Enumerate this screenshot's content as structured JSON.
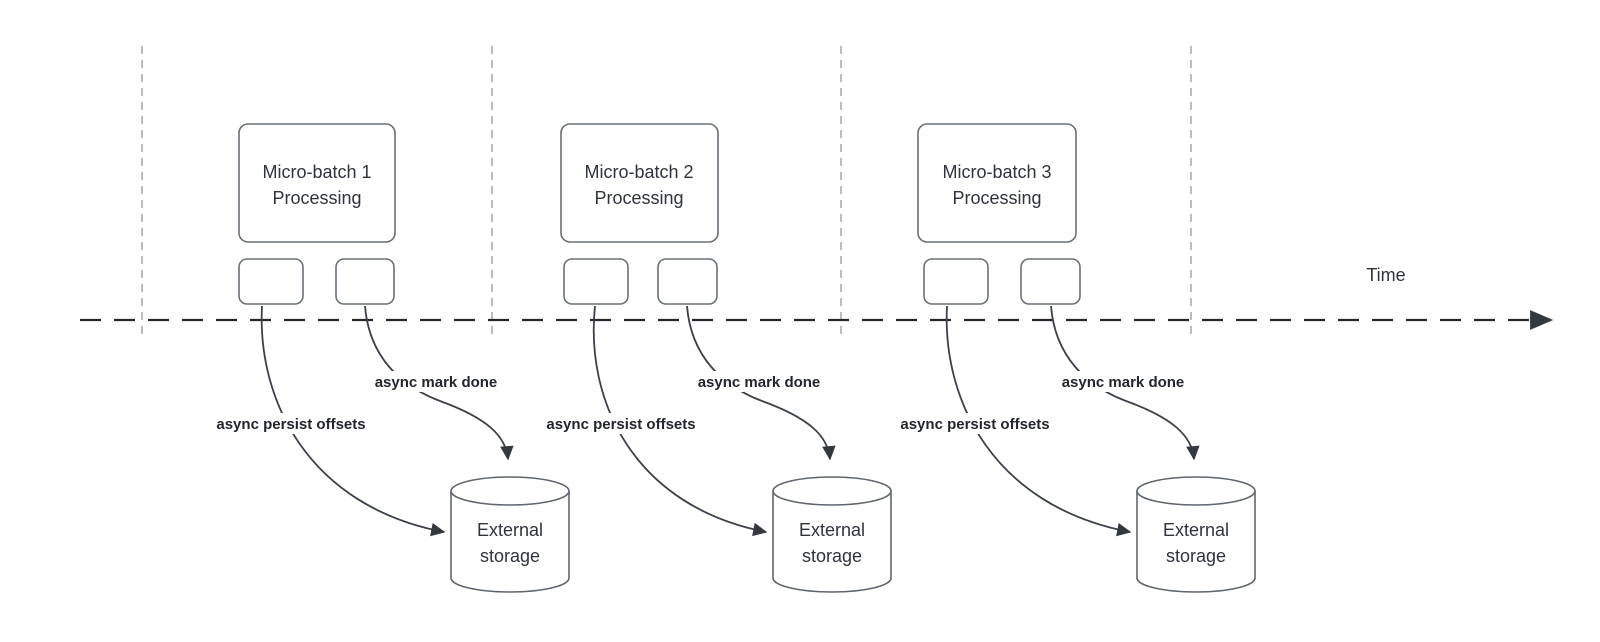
{
  "diagram": {
    "time_label": "Time",
    "batches": [
      {
        "title": "Micro-batch 1",
        "subtitle": "Processing",
        "persist_label": "async persist offsets",
        "done_label": "async mark done",
        "storage_line1": "External",
        "storage_line2": "storage"
      },
      {
        "title": "Micro-batch 2",
        "subtitle": "Processing",
        "persist_label": "async persist offsets",
        "done_label": "async mark done",
        "storage_line1": "External",
        "storage_line2": "storage"
      },
      {
        "title": "Micro-batch 3",
        "subtitle": "Processing",
        "persist_label": "async persist offsets",
        "done_label": "async mark done",
        "storage_line1": "External",
        "storage_line2": "storage"
      }
    ]
  },
  "colors": {
    "background": "#ffffff",
    "shape_border": "#6a7077",
    "flow_line": "#3c414a",
    "arrow_fill": "#33373e",
    "text": "#2f333c",
    "label_text": "#23262d",
    "guide_line": "#a9adb3",
    "timeline_line": "#24272c"
  }
}
